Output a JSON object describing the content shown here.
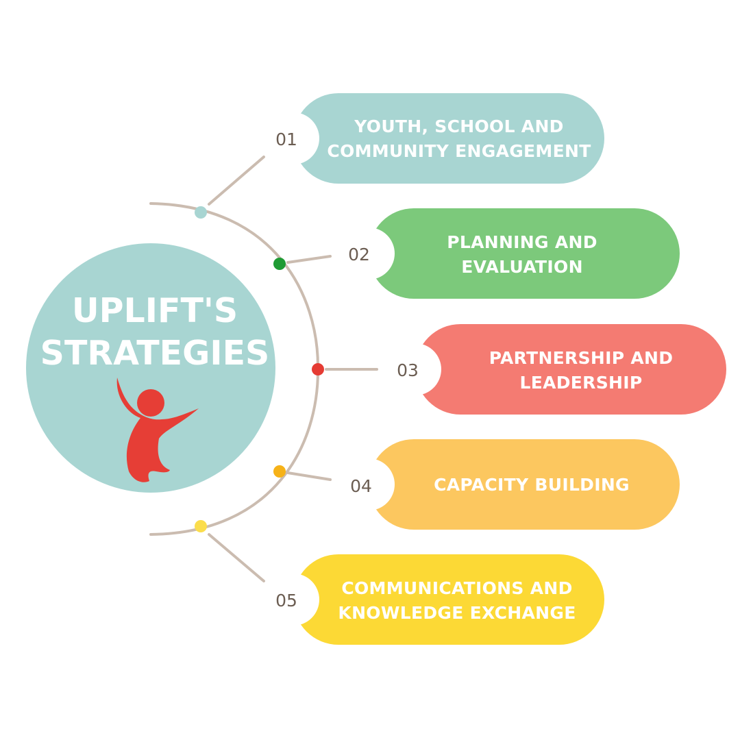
{
  "title": {
    "lines": [
      "UPLIFT'S",
      "STRATEGIES"
    ]
  },
  "colors": {
    "hub": "#a8d5d2",
    "connector": "#cbbcb0",
    "number_text": "#6b5d52",
    "label_text": "#ffffff",
    "figure": "#e63e36"
  },
  "strategies": [
    {
      "number": "01",
      "lines": [
        "YOUTH, SCHOOL AND",
        "COMMUNITY ENGAGEMENT"
      ],
      "color": "#a8d5d2",
      "dot_color": "#a8d5d2"
    },
    {
      "number": "02",
      "lines": [
        "PLANNING AND",
        "EVALUATION"
      ],
      "color": "#7cc97b",
      "dot_color": "#1f9b34"
    },
    {
      "number": "03",
      "lines": [
        "PARTNERSHIP AND",
        "LEADERSHIP"
      ],
      "color": "#f47b72",
      "dot_color": "#e53b33"
    },
    {
      "number": "04",
      "lines": [
        "CAPACITY BUILDING"
      ],
      "color": "#fcc75f",
      "dot_color": "#f6b218"
    },
    {
      "number": "05",
      "lines": [
        "COMMUNICATIONS AND",
        "KNOWLEDGE EXCHANGE"
      ],
      "color": "#fcd935",
      "dot_color": "#fbdd4c"
    }
  ]
}
